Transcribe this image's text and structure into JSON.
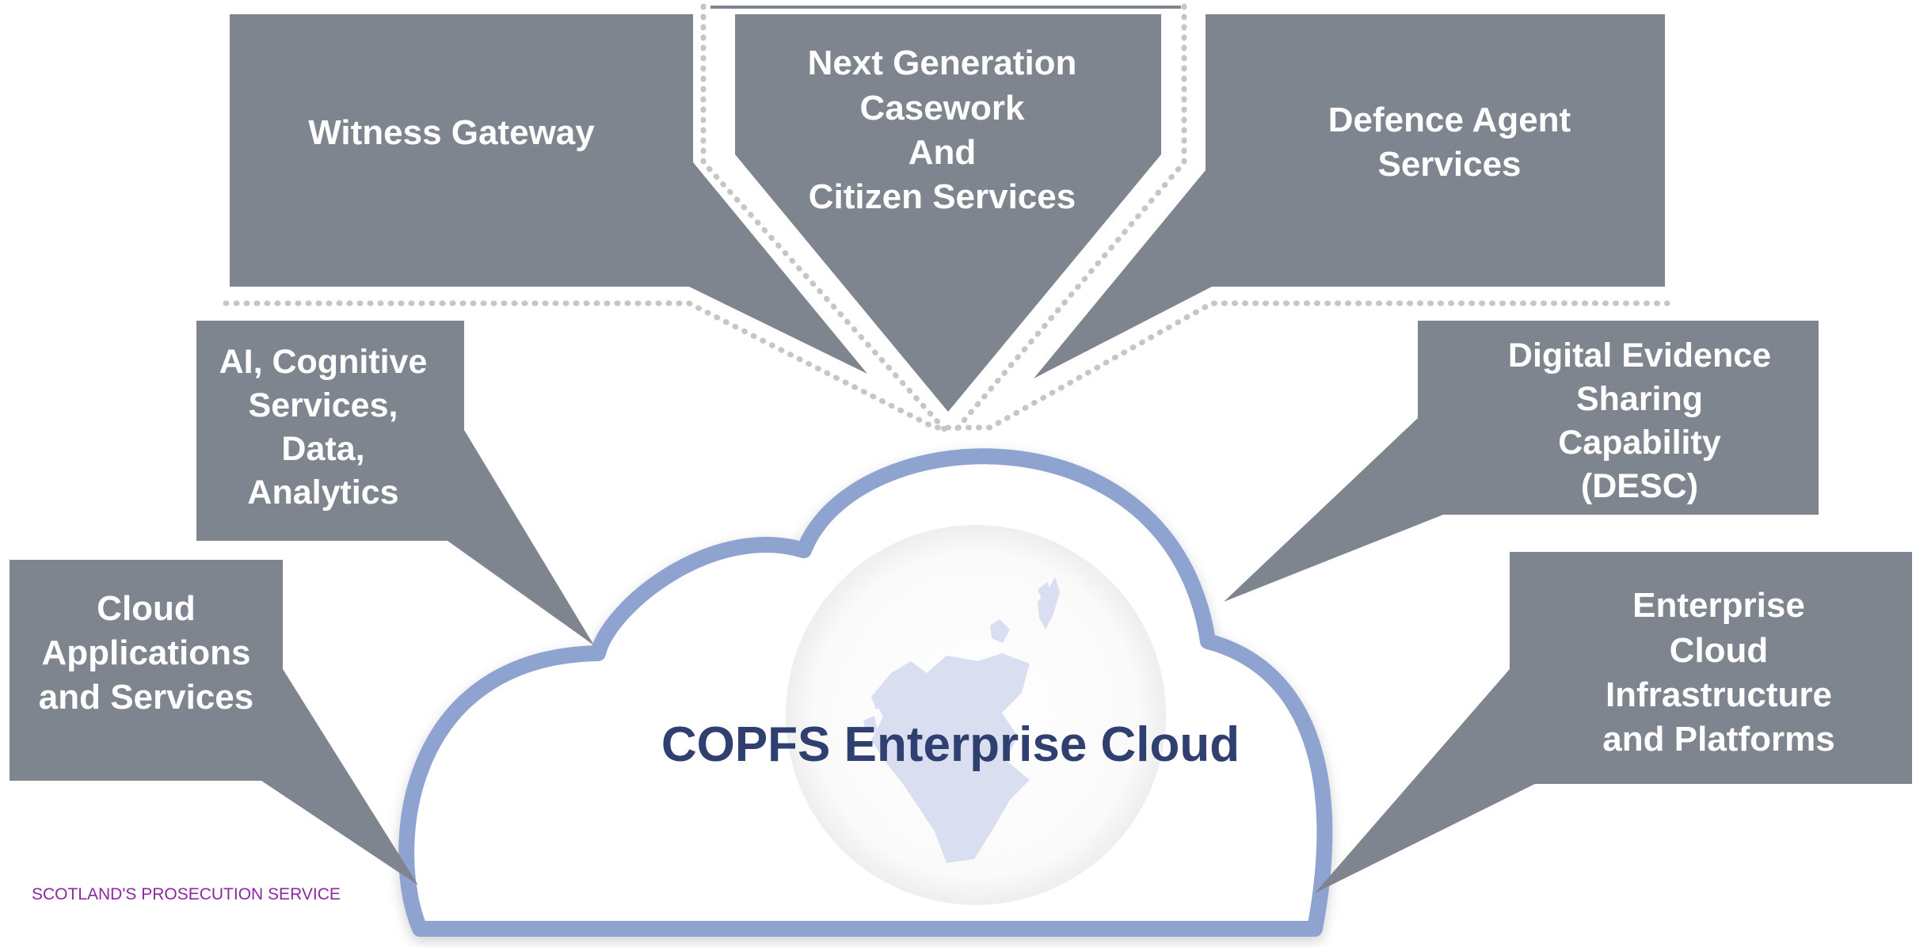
{
  "diagram": {
    "center_title": "COPFS Enterprise Cloud",
    "footer": "SCOTLAND'S PROSECUTION SERVICE",
    "colors": {
      "callout_fill": "#7e858e",
      "cloud_outline": "#8fa3d1",
      "title_text": "#2e3f70",
      "dotted_outline": "#c4c4c4",
      "map_fill": "#d9dff0",
      "footer_text": "#8a2aa0"
    },
    "callouts": [
      {
        "id": "witness-gateway",
        "lines": [
          "Witness Gateway"
        ]
      },
      {
        "id": "next-generation",
        "lines": [
          "Next Generation",
          "Casework",
          "And",
          "Citizen Services"
        ]
      },
      {
        "id": "defence-agent",
        "lines": [
          "Defence Agent",
          "Services"
        ]
      },
      {
        "id": "ai-cognitive",
        "lines": [
          "AI, Cognitive",
          "Services,",
          "Data,",
          "Analytics"
        ]
      },
      {
        "id": "digital-evidence",
        "lines": [
          "Digital Evidence",
          "Sharing",
          "Capability",
          "(DESC)"
        ]
      },
      {
        "id": "cloud-applications",
        "lines": [
          "Cloud",
          "Applications",
          "and Services"
        ]
      },
      {
        "id": "enterprise-cloud",
        "lines": [
          "Enterprise",
          "Cloud",
          "Infrastructure",
          "and Platforms"
        ]
      }
    ]
  }
}
